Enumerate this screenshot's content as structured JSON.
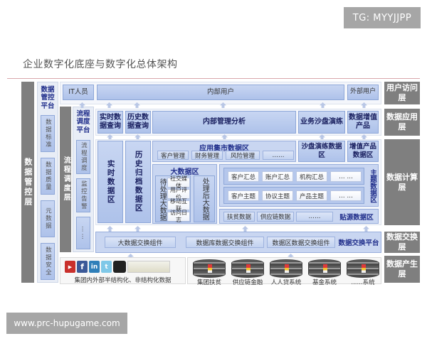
{
  "watermarks": {
    "top": "TG: MYYJJPP",
    "bottom": "www.prc-hupugame.com"
  },
  "title": "企业数字化底座与数字化总体架构",
  "layers": {
    "user_access": "用户访问层",
    "data_application": "数据应用层",
    "data_compute": "数据计算层",
    "data_exchange": "数据交换层",
    "data_generation": "数据产生层",
    "data_governance": "数据管控层",
    "process_dispatch": "流程调度层"
  },
  "governance_platform": {
    "title": "数据管控平台",
    "items": [
      "数据标准",
      "数据质量",
      "元数据",
      "数据安全"
    ]
  },
  "process_platform": {
    "title": "流程调度平台",
    "items": [
      "流程调度",
      "监控告警",
      "……"
    ]
  },
  "user_access": {
    "it_staff": "IT人员",
    "internal_users": "内部用户",
    "external_users": "外部用户"
  },
  "applications": {
    "realtime_query": "实时数据查询",
    "history_query": "历史数据查询",
    "internal_analysis": "内部管理分析",
    "sandbox": "业务沙盘演练",
    "value_added": "数据增值产品"
  },
  "compute": {
    "realtime_zone": "实时数据区",
    "history_zone": "历史归档数据区",
    "mart": {
      "title": "应用集市数据区",
      "items": [
        "客户管理",
        "财务管理",
        "风险管理",
        "……"
      ]
    },
    "sandbox_zone": "沙盘演练数据区",
    "value_added_zone": "增值产品数据区",
    "bigdata": {
      "title": "大数据区",
      "pending_label": "待处理大数据",
      "pending_items": [
        "社交媒体",
        "用户评价",
        "移动互联",
        "访问日志"
      ],
      "processed_label": "处理后大数据"
    },
    "subject": {
      "label": "主题数据区",
      "row1": [
        "客户汇总",
        "账户汇总",
        "机构汇总",
        "… …"
      ],
      "row2": [
        "客户主题",
        "协议主题",
        "产品主题",
        "… …"
      ]
    },
    "source": {
      "label": "贴源数据区",
      "items": [
        "扶贫数据",
        "供应链数据",
        "……"
      ]
    }
  },
  "exchange": {
    "components": [
      "大数据交换组件",
      "数据库数据交换组件",
      "数据区数据交换组件"
    ],
    "platform_label": "数据交换平台"
  },
  "sources": {
    "unstructured_caption": "集团内外部半结构化、非结构化数据",
    "social_icons": [
      "youtube-icon",
      "facebook-icon",
      "linkedin-icon",
      "twitter-icon"
    ],
    "systems": [
      "集团扶贫",
      "供应链金融",
      "人人贷系统",
      "基金系统",
      "......系统"
    ]
  }
}
